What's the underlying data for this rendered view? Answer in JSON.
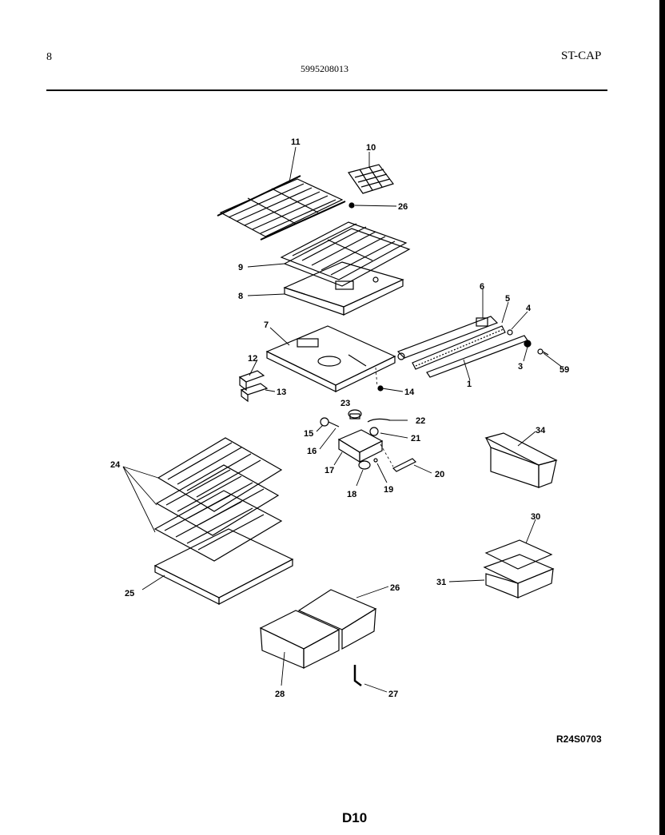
{
  "header": {
    "page_number": "8",
    "model": "ST-CAP",
    "part_number": "5995208013"
  },
  "footer": {
    "diagram_code": "R24S0703",
    "page_code": "D10"
  },
  "callouts": [
    {
      "id": "c11",
      "label": "11"
    },
    {
      "id": "c10",
      "label": "10"
    },
    {
      "id": "c26a",
      "label": "26"
    },
    {
      "id": "c9",
      "label": "9"
    },
    {
      "id": "c8",
      "label": "8"
    },
    {
      "id": "c7",
      "label": "7"
    },
    {
      "id": "c6",
      "label": "6"
    },
    {
      "id": "c5",
      "label": "5"
    },
    {
      "id": "c4",
      "label": "4"
    },
    {
      "id": "c3",
      "label": "3"
    },
    {
      "id": "c59",
      "label": "59"
    },
    {
      "id": "c1",
      "label": "1"
    },
    {
      "id": "c12",
      "label": "12"
    },
    {
      "id": "c13",
      "label": "13"
    },
    {
      "id": "c14",
      "label": "14"
    },
    {
      "id": "c23",
      "label": "23"
    },
    {
      "id": "c22",
      "label": "22"
    },
    {
      "id": "c21",
      "label": "21"
    },
    {
      "id": "c15",
      "label": "15"
    },
    {
      "id": "c16",
      "label": "16"
    },
    {
      "id": "c17",
      "label": "17"
    },
    {
      "id": "c18",
      "label": "18"
    },
    {
      "id": "c19",
      "label": "19"
    },
    {
      "id": "c20",
      "label": "20"
    },
    {
      "id": "c34",
      "label": "34"
    },
    {
      "id": "c24",
      "label": "24"
    },
    {
      "id": "c25",
      "label": "25"
    },
    {
      "id": "c30",
      "label": "30"
    },
    {
      "id": "c31",
      "label": "31"
    },
    {
      "id": "c26b",
      "label": "26"
    },
    {
      "id": "c28",
      "label": "28"
    },
    {
      "id": "c27",
      "label": "27"
    }
  ]
}
